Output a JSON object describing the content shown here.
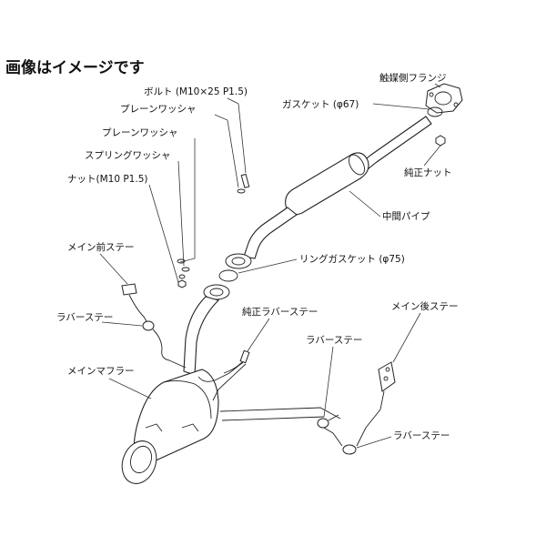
{
  "title": "画像はイメージです",
  "labels": {
    "bolt": "ボルト (M10×25 P1.5)",
    "plain_washer_1": "プレーンワッシャ",
    "plain_washer_2": "プレーンワッシャ",
    "spring_washer": "スプリングワッシャ",
    "nut": "ナット(M10 P1.5)",
    "catalyst_flange": "触媒側フランジ",
    "gasket": "ガスケット (φ67)",
    "genuine_nut": "純正ナット",
    "center_pipe": "中間パイプ",
    "ring_gasket": "リングガスケット (φ75)",
    "main_front_stay": "メイン前ステー",
    "rubber_stay_left": "ラバーステー",
    "genuine_rubber_stay": "純正ラバーステー",
    "main_rear_stay": "メイン後ステー",
    "rubber_stay_mid": "ラバーステー",
    "main_muffler": "メインマフラー",
    "rubber_stay_right": "ラバーステー"
  }
}
